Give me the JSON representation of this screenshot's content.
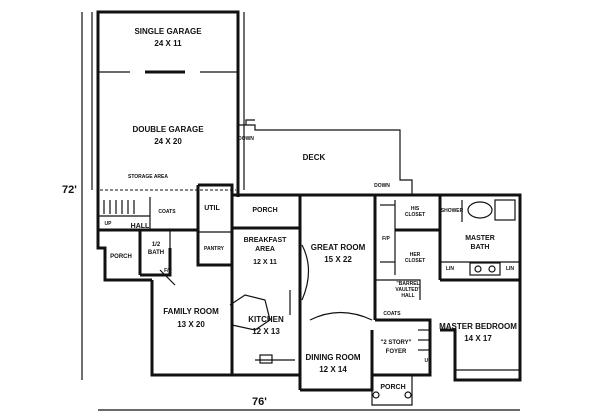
{
  "dimensions": {
    "width": "76'",
    "depth": "72'"
  },
  "rooms": {
    "single_garage": {
      "name": "SINGLE GARAGE",
      "size": "24 X 11"
    },
    "double_garage": {
      "name": "DOUBLE GARAGE",
      "size": "24 X 20"
    },
    "storage": "STORAGE AREA",
    "deck": "DECK",
    "down_left": "DOWN",
    "down_right": "DOWN",
    "coats_left": "COATS",
    "util": "UTIL",
    "porch_upper": "PORCH",
    "up": "UP",
    "hall": "HALL",
    "porch_left": "PORCH",
    "half_bath": "1/2\nBATH",
    "fp_left": "F/P",
    "pantry": "PANTRY",
    "breakfast": {
      "name": "BREAKFAST\nAREA",
      "size": "12 X 11"
    },
    "great_room": {
      "name": "GREAT ROOM",
      "size": "15 X 22"
    },
    "family_room": {
      "name": "FAMILY ROOM",
      "size": "13 X 20"
    },
    "kitchen": {
      "name": "KITCHEN",
      "size": "12 X 13"
    },
    "dining_room": {
      "name": "DINING ROOM",
      "size": "12 X 14"
    },
    "his_closet": "HIS\nCLOSET",
    "her_closet": "HER\nCLOSET",
    "fp_right": "F/P",
    "shower": "SHOWER",
    "master_bath": "MASTER\nBATH",
    "lin1": "LIN",
    "lin2": "LIN",
    "barrel": "\"BARREL\nVAULTED\"\nHALL",
    "coats_right": "COATS",
    "foyer": "\"2 STORY\"\nFOYER",
    "up_right": "UP",
    "master_bedroom": {
      "name": "MASTER BEDROOM",
      "size": "14 X 17"
    },
    "porch_front": "PORCH"
  }
}
